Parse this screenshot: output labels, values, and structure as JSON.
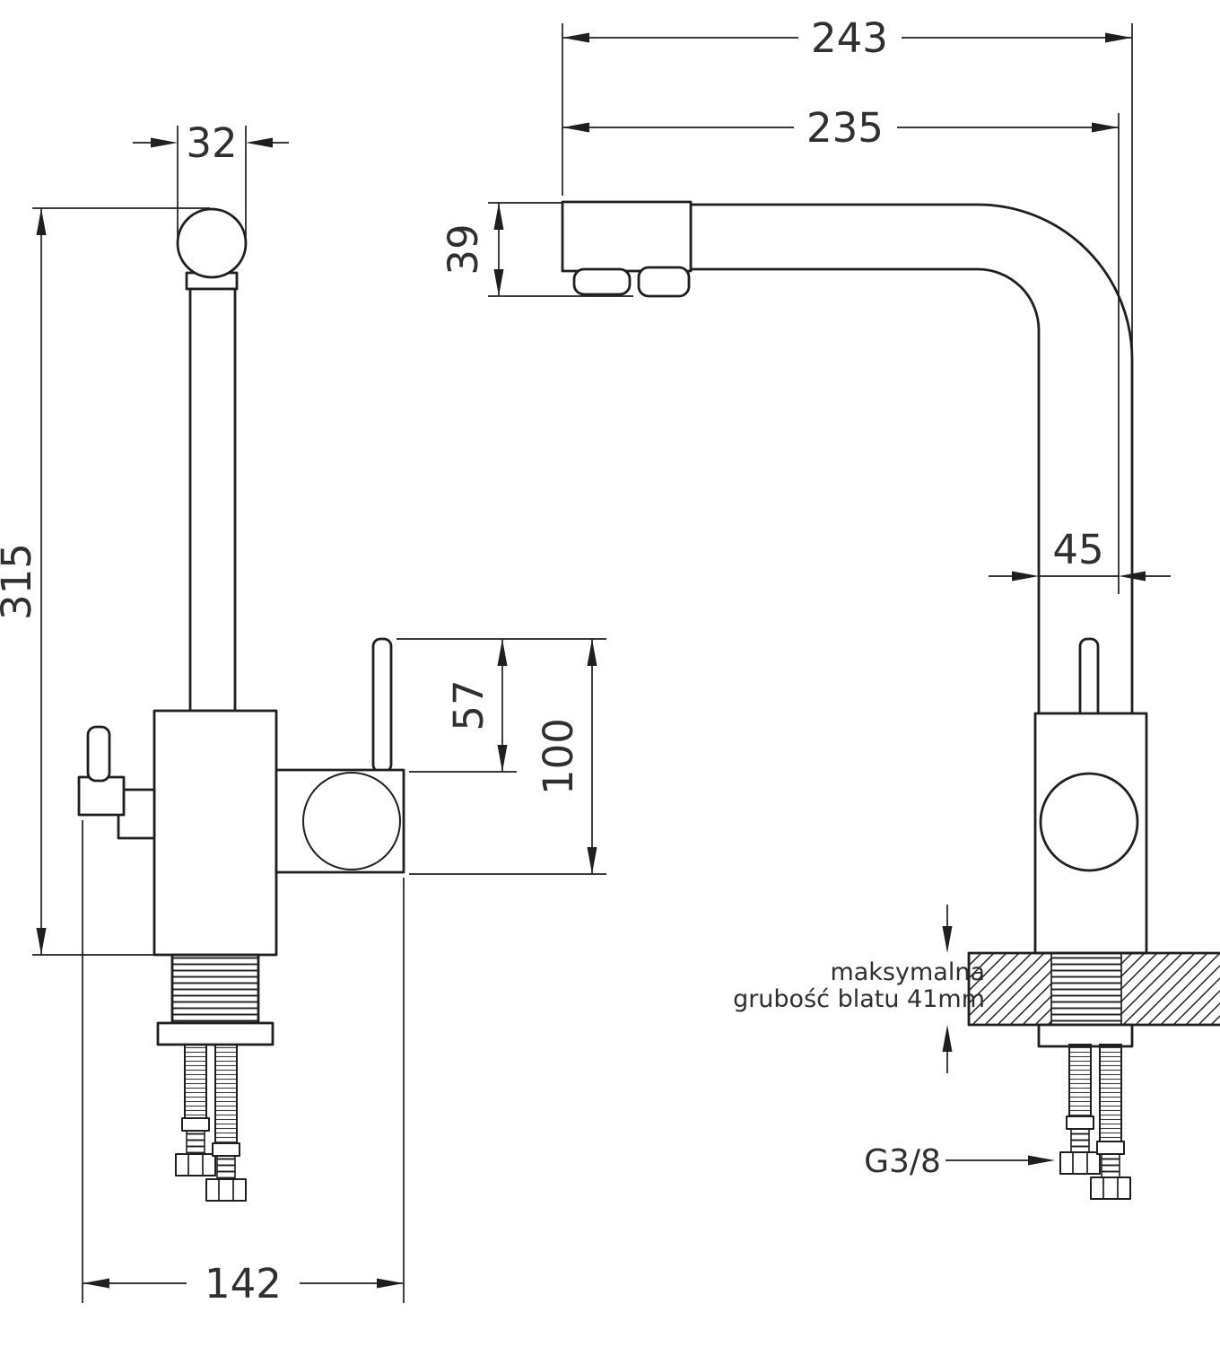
{
  "page": {
    "background": "#ffffff"
  },
  "colors": {
    "line": "#1f1f1f",
    "text": "#2f2f2f"
  },
  "front_view": {
    "dims": {
      "head_width": "32",
      "total_height": "315",
      "handle_rod_height": "57",
      "handle_total_height": "100",
      "base_span": "142"
    }
  },
  "side_view": {
    "dims": {
      "overall_reach": "243",
      "spout_reach": "235",
      "spout_head_height": "39",
      "tube_width": "45"
    },
    "notes": {
      "counter_line1": "maksymalna",
      "counter_line2": "grubość blatu 41mm",
      "connector_thread": "G3/8"
    }
  }
}
